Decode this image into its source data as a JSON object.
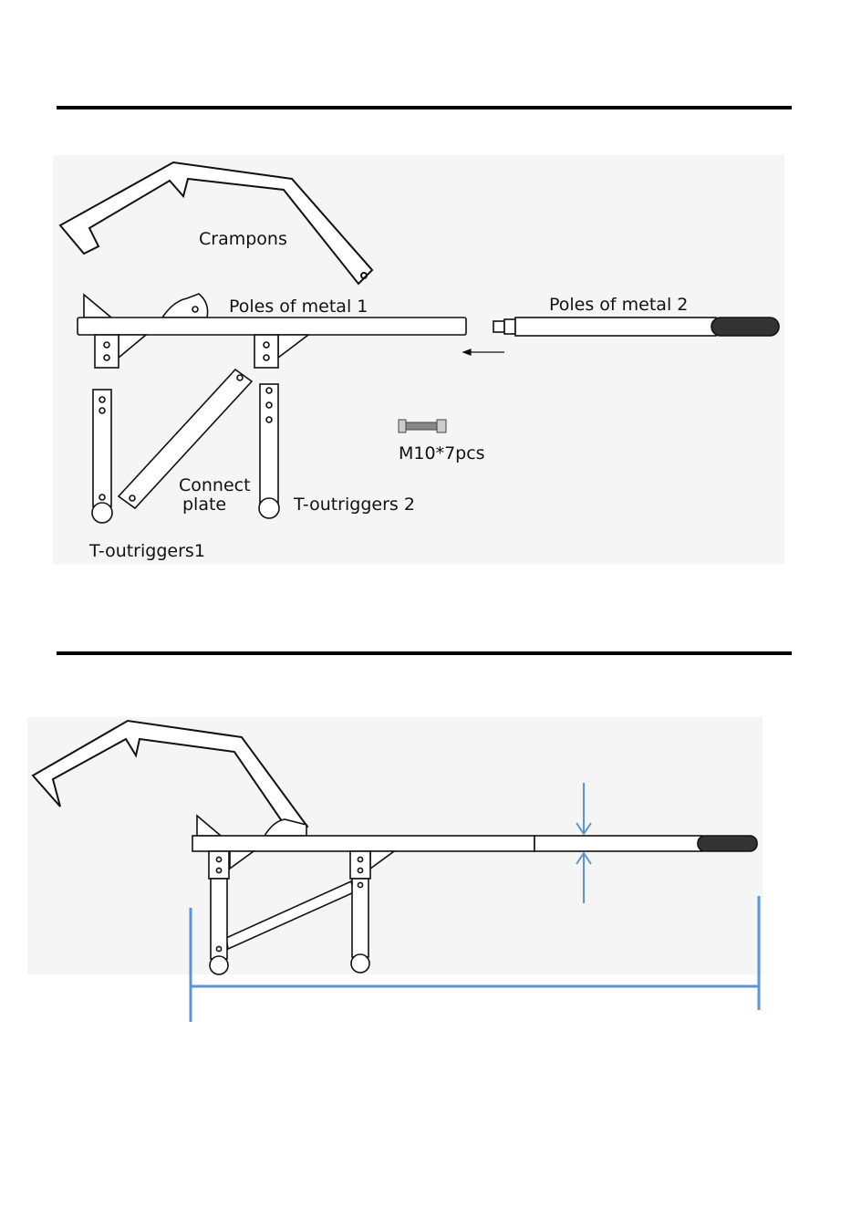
{
  "parts_labels": {
    "crampons": "Crampons",
    "pole1": "Poles of metal",
    "pole1_num": "1",
    "pole2": "Poles of metal",
    "pole2_num": "2",
    "bolt": "M10*7pcs",
    "connect_line1": "Connect",
    "connect_line2": "plate",
    "outrigger2": "T-outriggers",
    "outrigger2_num": "2",
    "outrigger1": "T-outriggers",
    "outrigger1_num": "1"
  },
  "colors": {
    "line": "#000000",
    "dimension": "#5b95d6",
    "panel_bg": "#f5f5f5"
  }
}
